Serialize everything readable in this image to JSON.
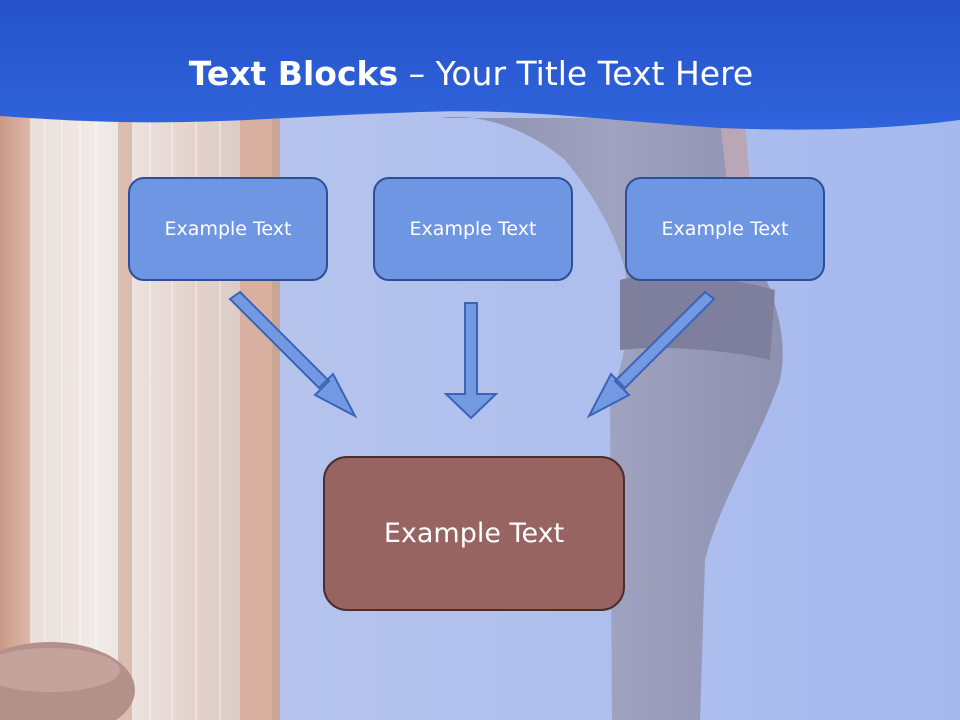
{
  "slide": {
    "title_bold": "Text Blocks",
    "title_dash": " – ",
    "title_rest": "Your Title Text Here"
  },
  "diagram": {
    "top_boxes": [
      {
        "label": "Example Text"
      },
      {
        "label": "Example Text"
      },
      {
        "label": "Example Text"
      }
    ],
    "bottom_box": {
      "label": "Example Text"
    }
  },
  "colors": {
    "header_blue": "#2a5bd6",
    "top_box_fill": "#6f96e3",
    "top_box_border": "#2d4f97",
    "bottom_box_fill": "#976461",
    "arrow_fill": "#7399e2",
    "arrow_stroke": "#3b63b8"
  }
}
